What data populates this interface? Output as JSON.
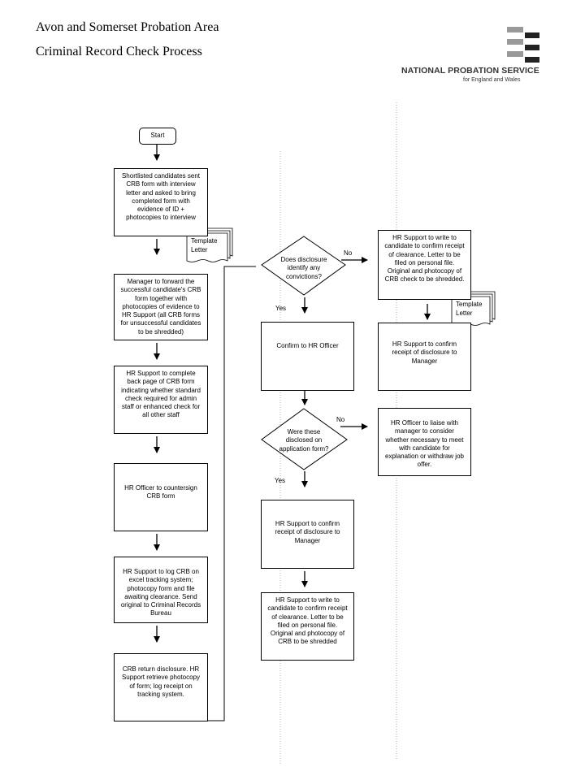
{
  "header": {
    "title_line1": "Avon and Somerset Probation Area",
    "title_line2": "Criminal Record Check Process"
  },
  "logo": {
    "name": "NATIONAL PROBATION SERVICE",
    "subtitle": "for England and Wales"
  },
  "left_column": {
    "start": "Start",
    "step1": "Shortlisted candidates sent CRB form with interview letter and asked to bring completed form with evidence of ID + photocopies to interview",
    "step2": "Manager to forward the successful candidate's CRB form together with photocopies of evidence to HR Support (all CRB forms for unsuccessful candidates to be shredded)",
    "step3": "HR Support to complete back page of CRB form indicating whether standard check required for admin staff or enhanced check for all other staff",
    "step4": "HR Officer to countersign CRB form",
    "step5": "HR Support to log CRB on excel tracking system; photocopy form and file awaiting clearance.  Send original to Criminal Records Bureau",
    "step6": "CRB return disclosure. HR Support retrieve photocopy of form; log receipt on tracking system."
  },
  "templates": {
    "template1_label": "Template Letter",
    "template2_label": "Template Letter"
  },
  "middle_column": {
    "decision1": "Does disclosure identify any convictions?",
    "decision1_no": "No",
    "decision1_yes": "Yes",
    "confirm_officer": "Confirm to HR Officer",
    "decision2": "Were these disclosed on application form?",
    "decision2_no": "No",
    "decision2_yes": "Yes",
    "confirm_manager": "HR Support to confirm receipt of disclosure to Manager",
    "write_candidate": "HR Support to write to candidate to confirm receipt of clearance. Letter to be filed on personal file.  Original and photocopy of CRB to be shredded"
  },
  "right_column": {
    "write_clearance": "HR Support to write to candidate to confirm receipt of clearance. Letter to be filed on personal file.  Original and photocopy of CRB check to be shredded.",
    "confirm_manager": "HR Support to confirm receipt of disclosure to Manager",
    "liaise_manager": "HR Officer to liaise with manager to consider whether necessary to meet with candidate for explanation or withdraw job offer."
  }
}
